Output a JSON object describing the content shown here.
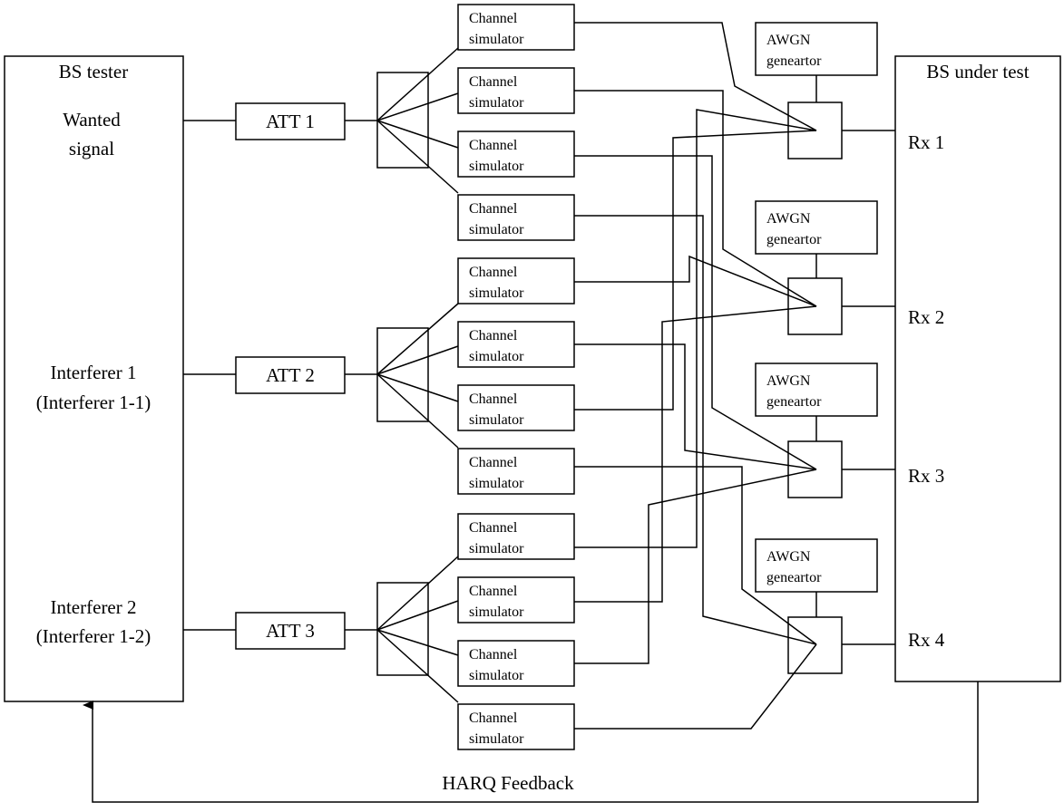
{
  "bs_tester": {
    "title": "BS tester",
    "wanted": [
      "Wanted",
      "signal"
    ],
    "interferer1": [
      "Interferer 1",
      "(Interferer 1-1)"
    ],
    "interferer2": [
      "Interferer 2",
      "(Interferer 1-2)"
    ]
  },
  "attenuators": [
    "ATT 1",
    "ATT 2",
    "ATT 3"
  ],
  "channel_simulator": [
    "Channel",
    "simulator"
  ],
  "awgn": [
    "AWGN",
    "geneartor"
  ],
  "bs_under_test": {
    "title": "BS under test",
    "ports": [
      "Rx 1",
      "Rx 2",
      "Rx 3",
      "Rx 4"
    ]
  },
  "harq_label": "HARQ Feedback"
}
